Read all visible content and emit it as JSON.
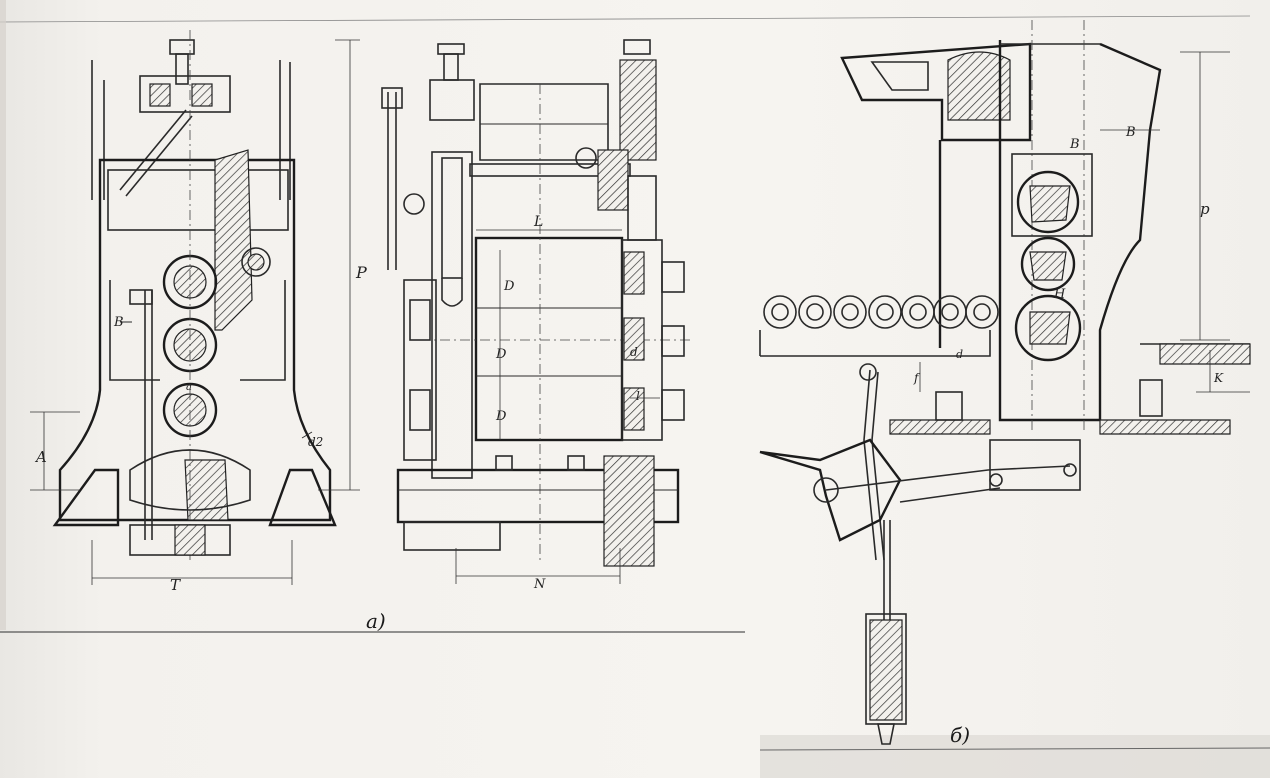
{
  "labels": {
    "left_view": {
      "P": "P",
      "B": "B",
      "A": "A",
      "T": "T",
      "d2": "d2",
      "a_small": "a"
    },
    "middle_view": {
      "L": "L",
      "D1": "D",
      "D2": "D",
      "D3": "D",
      "d": "d",
      "l": "l",
      "N": "N"
    },
    "right_view": {
      "p": "p",
      "B1": "B",
      "B2": "B",
      "H": "H",
      "K": "K",
      "f": "f",
      "d": "d"
    }
  },
  "captions": {
    "a": "а)",
    "b": "б)"
  }
}
